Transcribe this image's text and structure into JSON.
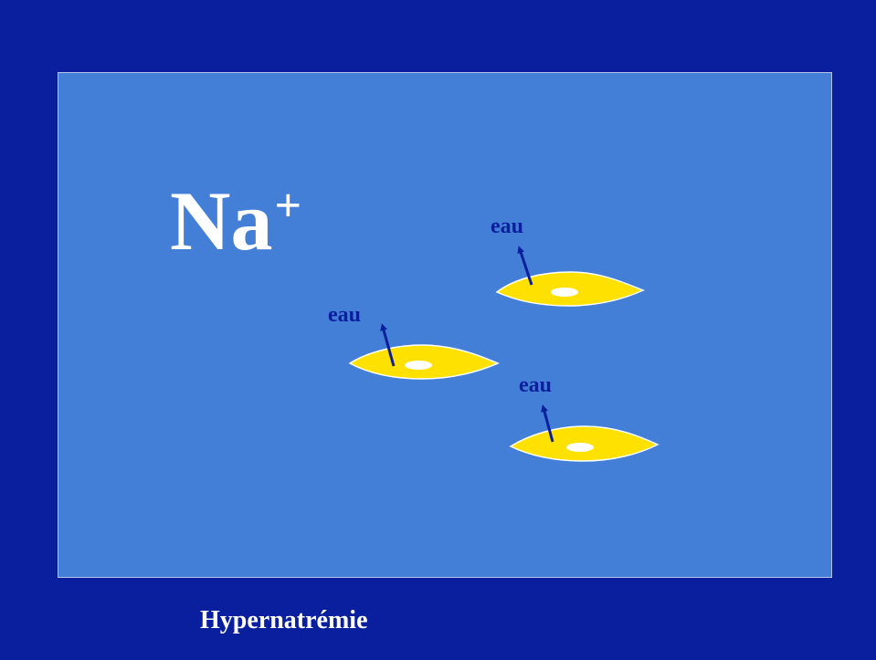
{
  "slide": {
    "ion": "Na",
    "ion_charge": "+",
    "caption": "Hypernatrémie"
  },
  "cells": [
    {
      "label": "eau"
    },
    {
      "label": "eau"
    },
    {
      "label": "eau"
    }
  ],
  "colors": {
    "background": "#0a1f9e",
    "panel": "#437fd6",
    "cell": "#ffe100",
    "nucleus": "#ffffff",
    "arrow": "#0a1f9e",
    "title": "#ffffff"
  }
}
